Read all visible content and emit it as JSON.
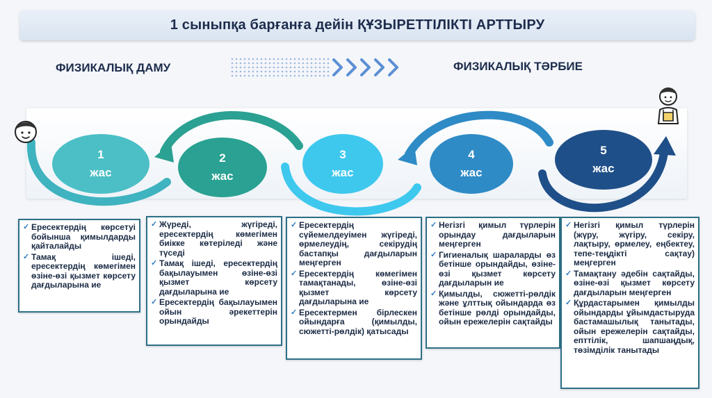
{
  "title": "1 сыныпқа барғанға дейін ҚҰЗЫРЕТТІЛІКТІ АРТТЫРУ",
  "headings": {
    "left": "ФИЗИКАЛЫҚ ДАМУ",
    "right": "ФИЗИКАЛЫҚ ТӘРБИЕ"
  },
  "ages": [
    {
      "num": "1",
      "unit": "жас"
    },
    {
      "num": "2",
      "unit": "жас"
    },
    {
      "num": "3",
      "unit": "жас"
    },
    {
      "num": "4",
      "unit": "жас"
    },
    {
      "num": "5",
      "unit": "жас"
    }
  ],
  "colors": {
    "age1": "#4cbfc6",
    "age2": "#2aa192",
    "age3": "#3ec8ee",
    "age4": "#2e8bc6",
    "age5": "#1f4f88",
    "card_border": "#2d6f86",
    "title_text": "#1d2c4c"
  },
  "icons": [
    "child-face-icon",
    "schoolchild-icon",
    "chevron-arrows-icon"
  ],
  "cards": [
    {
      "items": [
        "Ересектердің көрсетуі бойынша қимылдарды қайталайды",
        "Тамақ ішеді, ересектердің көмегімен өзіне-өзі қызмет көрсету дағдыларына ие"
      ]
    },
    {
      "items": [
        "Жүреді, жүгіреді, ересектердің көмегімен биікке көтеріледі және түседі",
        "Тамақ ішеді, ересектердің бақылауымен өзіне-өзі қызмет көрсету дағдыларына ие",
        "Ересектердің бақылауымен ойын әрекеттерін орындайды"
      ]
    },
    {
      "items": [
        "Ересектердің сүйемелдеуімен жүгіреді, өрмелеудің, секірудің бастапқы дағдыларын меңгерген",
        "Ересектердің көмегімен тамақтанады, өзіне-өзі қызмет көрсету дағдыларына ие",
        "Ересектермен бірлескен ойындарға (қимылды, сюжетті-рөлдік) қатысады"
      ]
    },
    {
      "items": [
        "Негізгі қимыл түрлерін орындау дағдыларын меңгерген",
        "Гигиеналық шараларды өз бетінше орындайды, өзіне-өзі қызмет көрсету дағдыларын ие",
        "Қимылды, сюжетті-рөлдік және ұлттық ойындарда өз бетінше рөлді орындайды, ойын ережелерін сақтайды"
      ]
    },
    {
      "items": [
        "Негізгі қимыл түрлерін (жүру, жүгіру, секіру, лақтыру, өрмелеу, еңбектеу, тепе-теңдікті сақтау) меңгерген",
        "Тамақтану әдебін сақтайды, өзіне-өзі қызмет көрсету дағдыларын меңгерген",
        "Құрдастарымен қимылды ойындарды ұйымдастыруда бастамашылық танытады, ойын ережелерін сақтайды, епттілік, шапшаңдық, төзімділік танытады"
      ]
    }
  ]
}
